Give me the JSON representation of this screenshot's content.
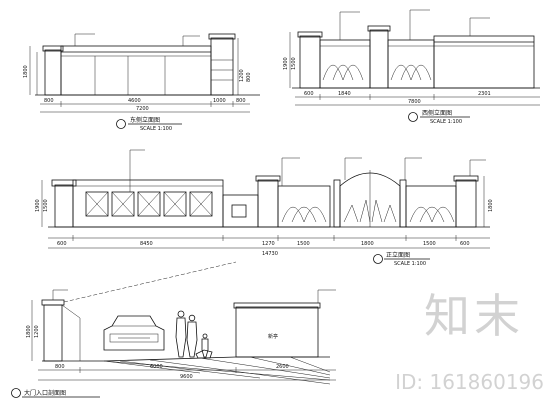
{
  "elevation1": {
    "title": "东侧立面图",
    "scale": "SCALE 1:100",
    "dims_bottom": [
      "800",
      "4600",
      "1000",
      "800"
    ],
    "dim_total": "7200",
    "dims_side": [
      "1800",
      "1200",
      "800"
    ]
  },
  "elevation2": {
    "title": "西侧立面图",
    "scale": "SCALE 1:100",
    "dims_bottom": [
      "600",
      "1840",
      "2301"
    ],
    "dim_total": "7800",
    "dims_side": [
      "1900",
      "1500"
    ]
  },
  "elevation3": {
    "title": "正立面图",
    "scale": "SCALE 1:100",
    "dims_bottom": [
      "600",
      "8450",
      "1270",
      "1500",
      "1800",
      "1500",
      "600"
    ],
    "dim_total": "14730",
    "dims_side": [
      "1900",
      "1500",
      "1800"
    ]
  },
  "section": {
    "title": "大门入口剖面图",
    "dims_bottom": [
      "800",
      "6000",
      "2600"
    ],
    "dim_total": "9600",
    "dims_side": [
      "1800",
      "1200"
    ],
    "wall_text": "新亭"
  },
  "watermark": {
    "logo": "知末",
    "id": "ID: 161860196"
  }
}
